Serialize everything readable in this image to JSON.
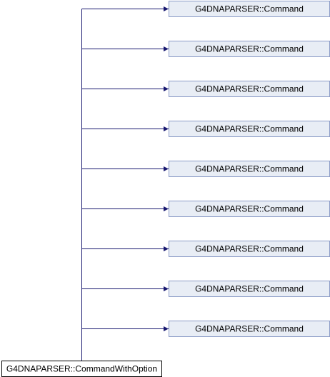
{
  "colors": {
    "edge": "#191970",
    "parent_fill": "#e8edf5",
    "parent_border": "#8c9cc7",
    "child_fill": "#ffffff",
    "child_border": "#000000"
  },
  "parents": [
    {
      "label": "G4DNAPARSER::Command"
    },
    {
      "label": "G4DNAPARSER::Command"
    },
    {
      "label": "G4DNAPARSER::Command"
    },
    {
      "label": "G4DNAPARSER::Command"
    },
    {
      "label": "G4DNAPARSER::Command"
    },
    {
      "label": "G4DNAPARSER::Command"
    },
    {
      "label": "G4DNAPARSER::Command"
    },
    {
      "label": "G4DNAPARSER::Command"
    },
    {
      "label": "G4DNAPARSER::Command"
    }
  ],
  "child": {
    "label": "G4DNAPARSER::CommandWithOption"
  }
}
